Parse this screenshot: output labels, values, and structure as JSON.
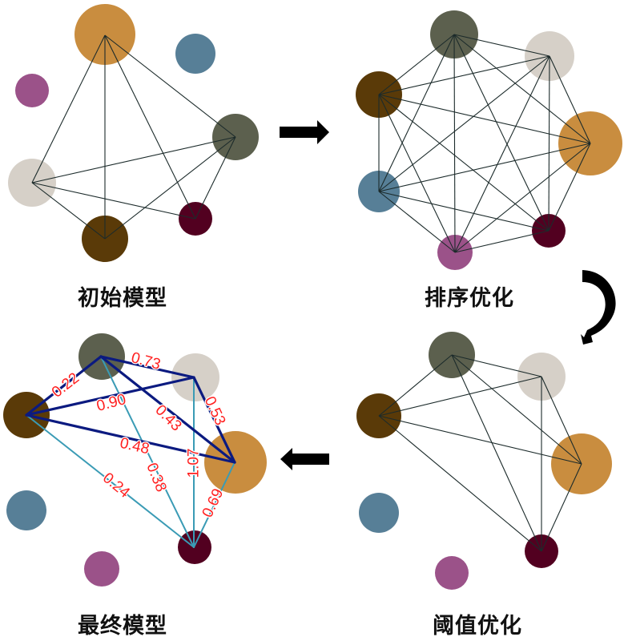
{
  "title": "Graph model optimization workflow",
  "node_colors": {
    "orange": "#c98d3f",
    "blue": "#577f97",
    "purple": "#9b5289",
    "graygreen": "#5c604e",
    "lightgray": "#d6d0c8",
    "brown": "#5a3a08",
    "maroon": "#520020"
  },
  "edge_colors": {
    "plain": "#1c2b2b",
    "strong": "#0b1a80",
    "weak": "#3a9bb5",
    "label": "#ff1f1f"
  },
  "panels": [
    {
      "id": "initial",
      "label": "初始模型",
      "nodes": [
        "orange",
        "blue",
        "purple",
        "graygreen",
        "lightgray",
        "brown",
        "maroon"
      ],
      "edges": [
        [
          "orange",
          "lightgray"
        ],
        [
          "orange",
          "brown"
        ],
        [
          "orange",
          "maroon"
        ],
        [
          "orange",
          "graygreen"
        ],
        [
          "graygreen",
          "lightgray"
        ],
        [
          "graygreen",
          "brown"
        ],
        [
          "graygreen",
          "maroon"
        ],
        [
          "lightgray",
          "brown"
        ],
        [
          "lightgray",
          "maroon"
        ]
      ]
    },
    {
      "id": "sorting",
      "label": "排序优化",
      "nodes": [
        "graygreen",
        "lightgray",
        "brown",
        "orange",
        "blue",
        "maroon",
        "purple"
      ],
      "edges": "complete"
    },
    {
      "id": "threshold",
      "label": "阈值优化",
      "nodes": [
        "graygreen",
        "lightgray",
        "brown",
        "orange",
        "blue",
        "maroon",
        "purple"
      ],
      "edges": [
        [
          "graygreen",
          "brown"
        ],
        [
          "graygreen",
          "lightgray"
        ],
        [
          "graygreen",
          "orange"
        ],
        [
          "graygreen",
          "maroon"
        ],
        [
          "brown",
          "lightgray"
        ],
        [
          "brown",
          "orange"
        ],
        [
          "brown",
          "maroon"
        ],
        [
          "lightgray",
          "orange"
        ],
        [
          "lightgray",
          "maroon"
        ],
        [
          "orange",
          "maroon"
        ]
      ]
    },
    {
      "id": "final",
      "label": "最终模型",
      "nodes": [
        "graygreen",
        "lightgray",
        "brown",
        "orange",
        "blue",
        "maroon",
        "purple"
      ],
      "weighted_edges": [
        {
          "from": "graygreen",
          "to": "brown",
          "weight": "0.22",
          "type": "strong"
        },
        {
          "from": "graygreen",
          "to": "lightgray",
          "weight": "0.73",
          "type": "strong"
        },
        {
          "from": "brown",
          "to": "lightgray",
          "weight": "0.90",
          "type": "strong"
        },
        {
          "from": "graygreen",
          "to": "orange",
          "weight": "0.43",
          "type": "strong"
        },
        {
          "from": "lightgray",
          "to": "orange",
          "weight": "0.53",
          "type": "strong"
        },
        {
          "from": "brown",
          "to": "orange",
          "weight": "0.48",
          "type": "strong"
        },
        {
          "from": "brown",
          "to": "maroon",
          "weight": "0.24",
          "type": "weak"
        },
        {
          "from": "graygreen",
          "to": "maroon",
          "weight": "0.38",
          "type": "weak"
        },
        {
          "from": "lightgray",
          "to": "maroon",
          "weight": "1.07",
          "type": "weak"
        },
        {
          "from": "orange",
          "to": "maroon",
          "weight": "0.69",
          "type": "weak"
        }
      ]
    }
  ],
  "flow_arrows": [
    {
      "from": "initial",
      "to": "sorting",
      "direction": "right"
    },
    {
      "from": "sorting",
      "to": "threshold",
      "direction": "curved-down"
    },
    {
      "from": "threshold",
      "to": "final",
      "direction": "left"
    }
  ]
}
